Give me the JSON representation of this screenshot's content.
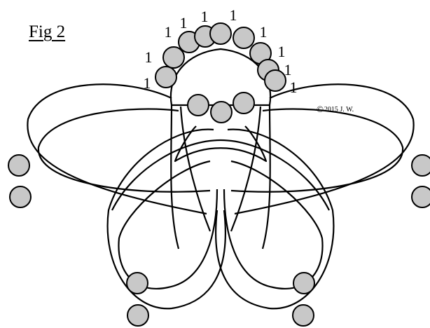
{
  "figure": {
    "title": "Fig 2",
    "copyright_symbol": "©",
    "copyright": "2015 J. W.",
    "ring_counts": [
      "1",
      "1",
      "1",
      "1",
      "1",
      "1",
      "1",
      "1",
      "1",
      "1"
    ]
  },
  "colors": {
    "bead_fill": "#c8c8c8",
    "line": "#000000",
    "background": "#ffffff"
  }
}
